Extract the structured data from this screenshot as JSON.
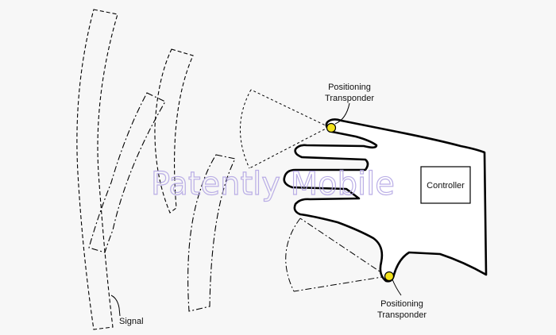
{
  "labels": {
    "transponder_top": [
      "Positioning",
      "Transponder"
    ],
    "transponder_bottom": [
      "Positioning",
      "Transponder"
    ],
    "controller": "Controller",
    "signal": "Signal"
  },
  "watermark": "Patently Mobile",
  "colors": {
    "transponder_fill": "#f2e21b",
    "line": "#000000",
    "watermark": "#b3a6e4",
    "background": "#f7f7f7"
  }
}
